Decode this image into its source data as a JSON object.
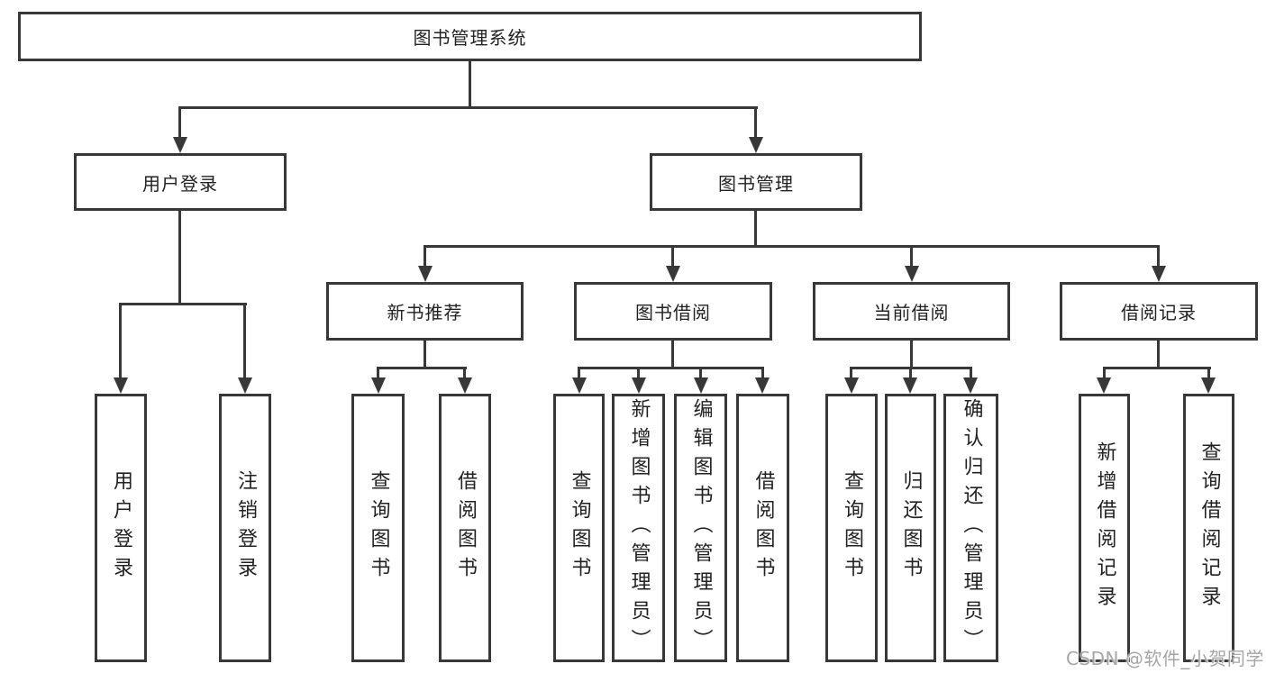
{
  "tree": {
    "root": {
      "label": "图书管理系统"
    },
    "level2": [
      {
        "label": "用户登录",
        "children": [
          {
            "label": "用户登录"
          },
          {
            "label": "注销登录"
          }
        ]
      },
      {
        "label": "图书管理",
        "children": [
          {
            "label": "新书推荐",
            "children": [
              {
                "label": "查询图书"
              },
              {
                "label": "借阅图书"
              }
            ]
          },
          {
            "label": "图书借阅",
            "children": [
              {
                "label": "查询图书"
              },
              {
                "label": "新增图书（管理员）"
              },
              {
                "label": "编辑图书（管理员）"
              },
              {
                "label": "借阅图书"
              }
            ]
          },
          {
            "label": "当前借阅",
            "children": [
              {
                "label": "查询图书"
              },
              {
                "label": "归还图书"
              },
              {
                "label": "确认归还（管理员）"
              }
            ]
          },
          {
            "label": "借阅记录",
            "children": [
              {
                "label": "新增借阅记录"
              },
              {
                "label": "查询借阅记录"
              }
            ]
          }
        ]
      }
    ]
  },
  "watermark": {
    "text": "CSDN @软件_小贺同学"
  },
  "colors": {
    "line": "#383838",
    "text": "#222222",
    "background": "#ffffff",
    "watermark": "#a6a6a6"
  }
}
